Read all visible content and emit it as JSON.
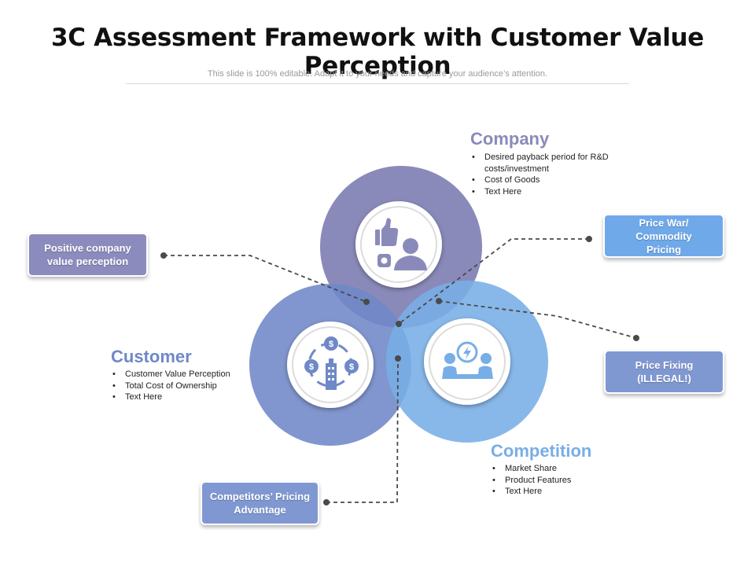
{
  "title": "3C Assessment Framework with Customer Value Perception",
  "subtitle": "This slide is 100% editable. Adapt it to your needs and capture your audience’s attention.",
  "colors": {
    "company": "#8A8ABA",
    "customer": "#6F88C7",
    "competition": "#78AEE6",
    "positive_tag": "#8B8BBE",
    "blue_tag": "#6FA9EA",
    "slate_tag": "#7F98D2",
    "connector": "#4A4A4A"
  },
  "sections": {
    "company": {
      "heading": "Company",
      "bullets": [
        "Desired payback period for R&D costs/investment",
        "Cost of Goods",
        "Text Here"
      ],
      "icon": "thumbs-up-user-icon"
    },
    "customer": {
      "heading": "Customer",
      "bullets": [
        "Customer Value Perception",
        "Total Cost of Ownership",
        "Text Here"
      ],
      "icon": "money-building-icon"
    },
    "competition": {
      "heading": "Competition",
      "bullets": [
        "Market Share",
        "Product Features",
        "Text Here"
      ],
      "icon": "competitors-icon"
    }
  },
  "callouts": {
    "positive": "Positive company value perception",
    "price_war": "Price War/ Commodity Pricing",
    "price_fixing": "Price Fixing (ILLEGAL!)",
    "competitors_pricing": "Competitors’ Pricing Advantage"
  }
}
